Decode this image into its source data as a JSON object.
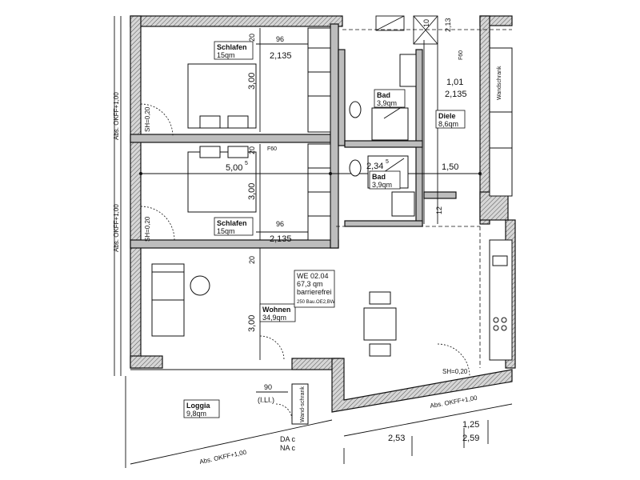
{
  "rooms": {
    "schlafen_top": {
      "name": "Schlafen",
      "area": "15qm"
    },
    "schlafen_bottom": {
      "name": "Schlafen",
      "area": "15qm"
    },
    "bad_top": {
      "name": "Bad",
      "area": "3,9qm"
    },
    "bad_bottom": {
      "name": "Bad",
      "area": "3,9qm"
    },
    "diele": {
      "name": "Diele",
      "area": "8,6qm"
    },
    "wohnen": {
      "name": "Wohnen",
      "area": "34,9qm"
    },
    "loggia": {
      "name": "Loggia",
      "area": "9,8qm"
    }
  },
  "unit": {
    "id": "WE 02.04",
    "area": "67,3 qm",
    "type": "barrierefrei",
    "note": "250 Bau.OE2,BW"
  },
  "dimensions": {
    "d96_top": "96",
    "d2135_top": "2,135",
    "d20_top": "20",
    "d300_top": "3,00",
    "d500": "5,00",
    "d500_sup": "5",
    "d20_mid": "20",
    "d300_mid": "3,00",
    "d96_bottom": "96",
    "d2135_bottom": "2,135",
    "d20_bottom": "20",
    "d300_wohnen": "3,00",
    "d101": "1,01",
    "d2135_diele": "2,135",
    "d234": "2,34",
    "d234_sup": "5",
    "d150": "1,50",
    "d12": "12",
    "d90": "90",
    "d253": "2,53",
    "d125": "1,25",
    "d259": "2,59",
    "d10_top": "10",
    "d213_top": "2,13",
    "f60": "F60",
    "f60_diele": "F60"
  },
  "annotations": {
    "sh_top": "SH=0,20",
    "sh_mid": "SH=0,20",
    "sh_right": "SH=0,20",
    "okff_left_top": "Abs. OKFF+1,00",
    "okff_left_bottom": "Abs. OKFF+1,00",
    "okff_right": "Abs. OKFF+1,00",
    "okff_bottom": "Abs. OKFF+1,00",
    "wandschrank_right": "Wandschrank",
    "wandschrank_loggia": "Wand-schrank",
    "ili": "(I.LI.)",
    "da": "DA c",
    "na": "NA c"
  }
}
